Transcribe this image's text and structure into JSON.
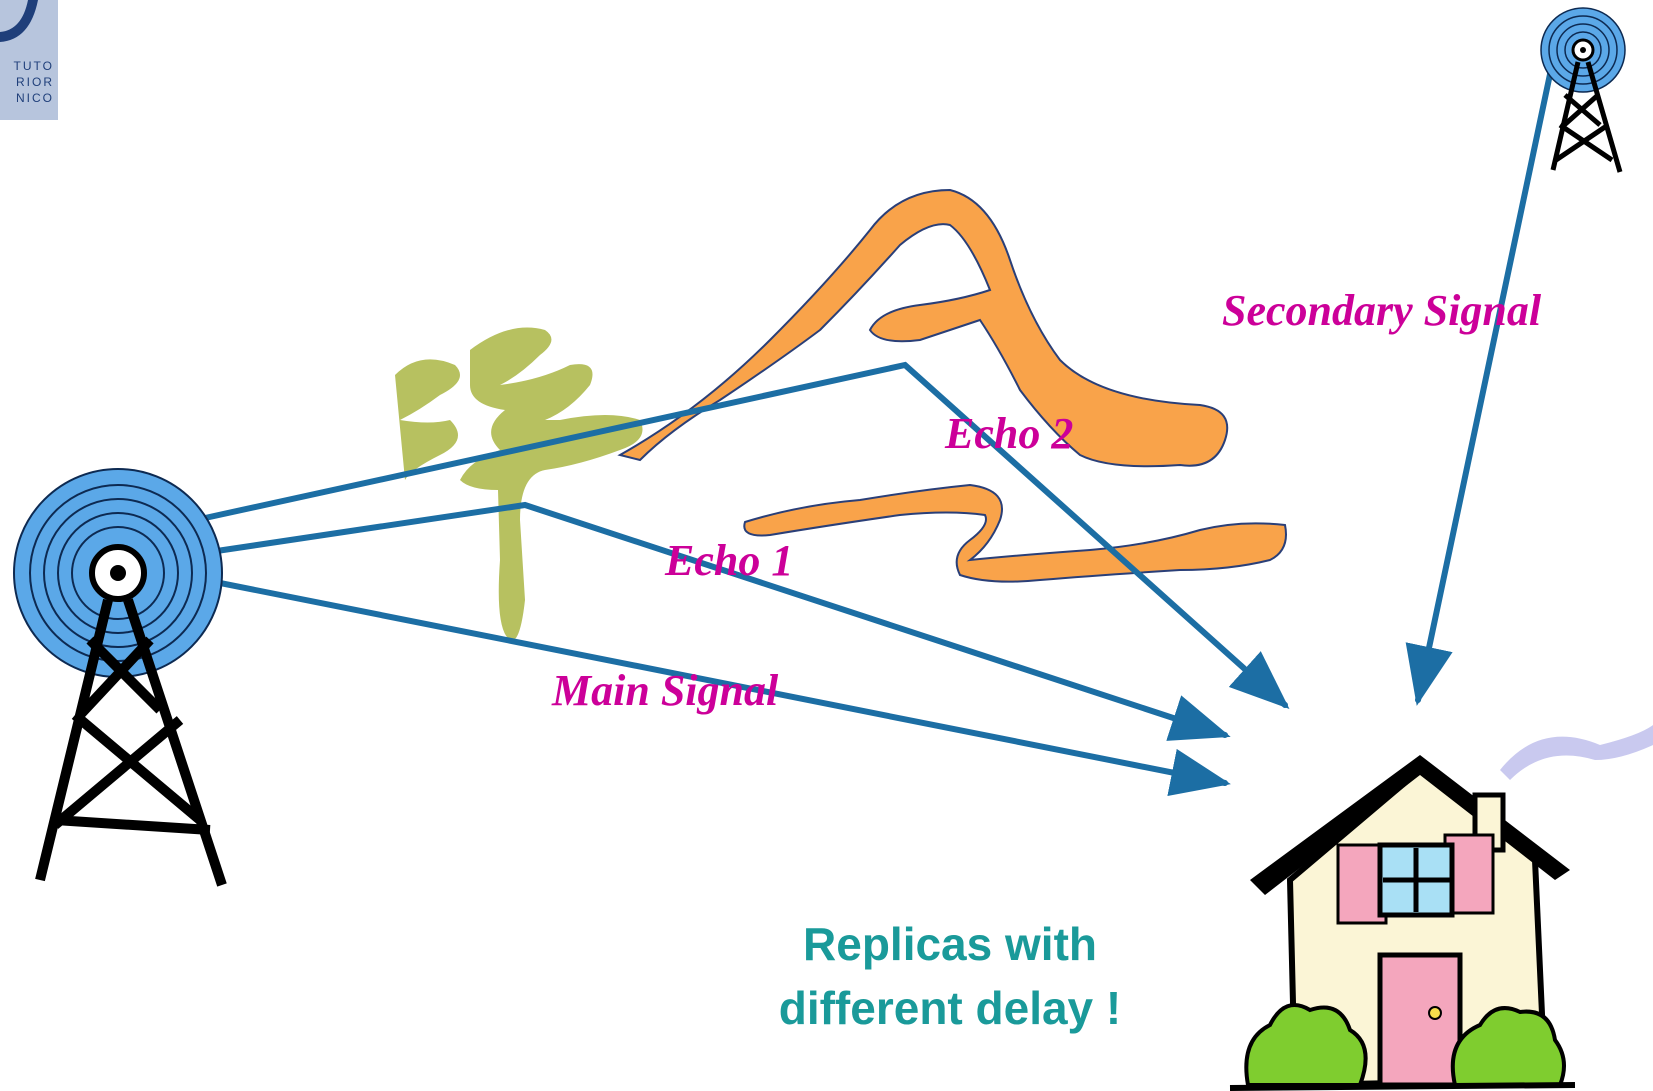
{
  "logo": {
    "lines": [
      "TUTO",
      "RIOR",
      "NICO"
    ]
  },
  "labels": {
    "secondary": "Secondary Signal",
    "echo2": "Echo 2",
    "echo1": "Echo 1",
    "main": "Main Signal"
  },
  "caption": {
    "line1": "Replicas with",
    "line2": "different delay !"
  },
  "colors": {
    "arrow": "#1c6ea4",
    "label": "#cc0099",
    "caption": "#1a9a9a",
    "mountain": "#f9a34a",
    "tree": "#b7c160",
    "tower_rings": "#5ba8e8"
  }
}
